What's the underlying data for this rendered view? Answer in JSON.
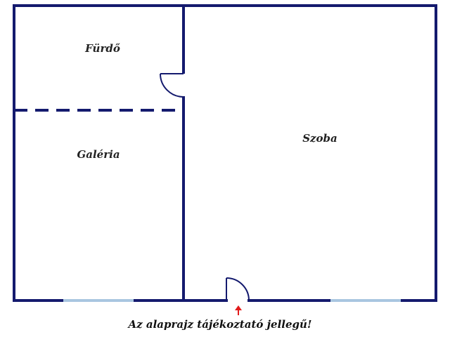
{
  "rooms": {
    "bathroom": "Fürdő",
    "gallery": "Galéria",
    "room": "Szoba"
  },
  "disclaimer": "Az alaprajz tájékoztató jellegű!",
  "colors": {
    "wall": "#141a6e",
    "window": "#a9c6e0",
    "entrance_arrow": "#e21b1b",
    "background": "#ffffff"
  },
  "icons": {
    "entrance": "up-arrow-icon"
  }
}
